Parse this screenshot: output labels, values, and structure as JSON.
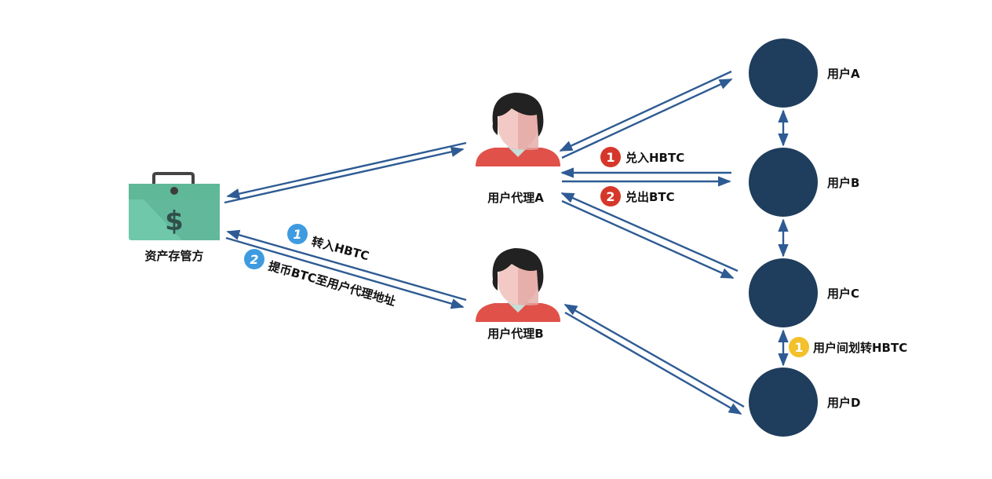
{
  "colors": {
    "arrow": "#2e5b93",
    "red_badge": "#d6372b",
    "blue_badge": "#3f9be0",
    "yellow_badge": "#f2c12b",
    "user_circle": "#1f3d5c",
    "shirt": "#e0514a",
    "skin": "#f2c9c4",
    "hair": "#222222",
    "box": "#6fc8aa",
    "box_dark": "#4ea98c"
  },
  "nodes": {
    "custodian": "资产存管方",
    "agent_a": "用户代理A",
    "agent_b": "用户代理B",
    "user_a": "用户A",
    "user_b": "用户B",
    "user_c": "用户C",
    "user_d": "用户D"
  },
  "badges": {
    "exchange_in": {
      "number": "1",
      "text": "兑入HBTC"
    },
    "exchange_out": {
      "number": "2",
      "text": "兑出BTC"
    },
    "transfer_in": {
      "number": "1",
      "text": "转入HBTC"
    },
    "withdraw": {
      "number": "2",
      "text": "提币BTC至用户代理地址"
    },
    "user_transfer": {
      "number": "1",
      "text": "用户间划转HBTC"
    }
  },
  "icons": {
    "custodian": "money-box-icon",
    "agent": "person-icon",
    "user": "user-avatar-icon"
  }
}
